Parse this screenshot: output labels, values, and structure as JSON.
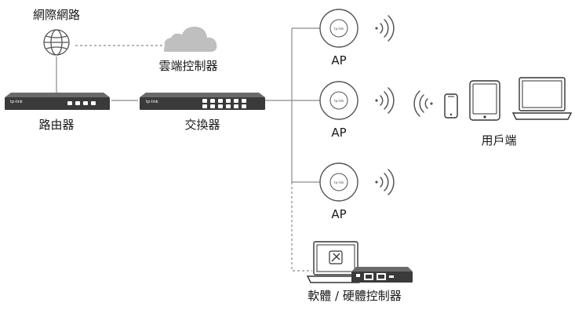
{
  "labels": {
    "internet": "網際網路",
    "cloud_controller": "雲端控制器",
    "router": "路由器",
    "switch": "交換器",
    "ap": "AP",
    "clients": "用戶端",
    "sw_hw_controller": "軟體 / 硬體控制器"
  },
  "device_brand": "tp-link",
  "colors": {
    "line": "#8a8a8a",
    "device_dark": "#3a3a3a",
    "device_mid": "#5a5a5a",
    "cloud": "#bfbfbf",
    "device_outline": "#555555",
    "ap_body": "#ffffff"
  },
  "icons": {
    "internet": "globe-icon",
    "cloud": "cloud-icon",
    "router": "router-icon",
    "switch": "switch-icon",
    "access_point": "access-point-icon",
    "wifi": "wifi-signal-icon",
    "phone": "smartphone-icon",
    "tablet": "tablet-icon",
    "laptop": "laptop-icon",
    "software_controller": "software-controller-icon",
    "hardware_controller": "hardware-controller-icon"
  }
}
